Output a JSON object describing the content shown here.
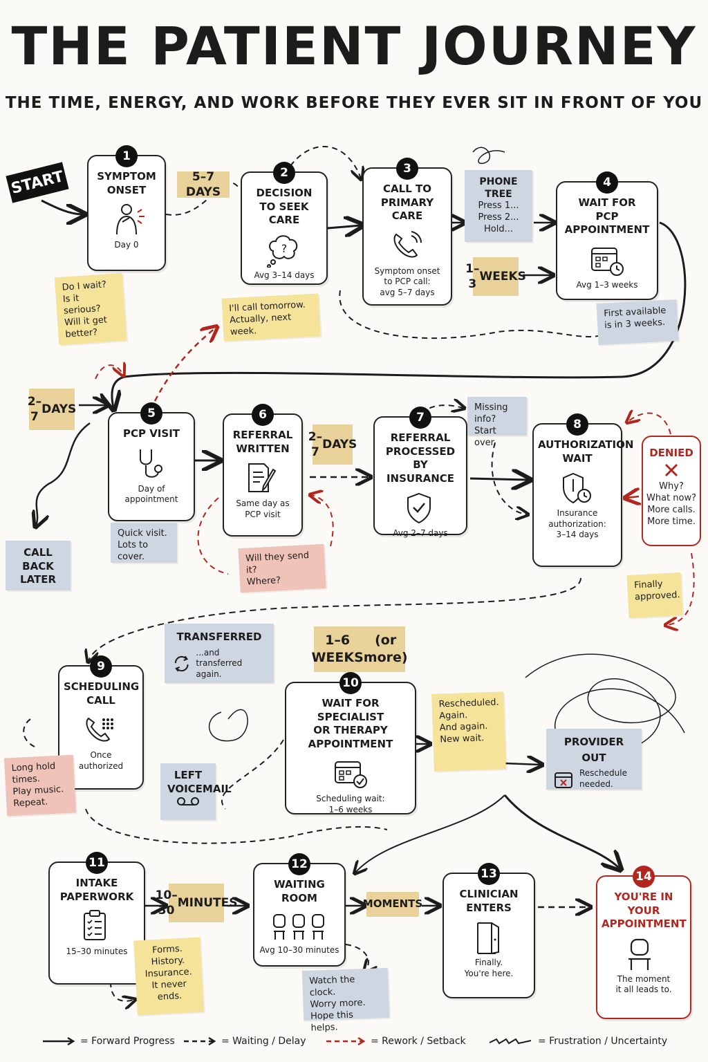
{
  "title": "THE PATIENT JOURNEY",
  "subtitle": "THE TIME, ENERGY, AND WORK BEFORE THEY EVER SIT IN FRONT OF YOU",
  "start_label": "START",
  "steps": [
    {
      "num": "1",
      "title": [
        "SYMPTOM",
        "ONSET"
      ],
      "note": [
        "Day 0"
      ],
      "icon": "person-pain-icon"
    },
    {
      "num": "2",
      "title": [
        "DECISION",
        "TO SEEK CARE"
      ],
      "note": [
        "Avg 3–14 days"
      ],
      "icon": "thought-bubble-question-icon"
    },
    {
      "num": "3",
      "title": [
        "CALL TO",
        "PRIMARY CARE"
      ],
      "note": [
        "Symptom onset",
        "to PCP call:",
        "avg 5–7 days"
      ],
      "icon": "phone-ringing-icon"
    },
    {
      "num": "4",
      "title": [
        "WAIT FOR",
        "PCP APPOINTMENT"
      ],
      "note": [
        "Avg 1–3 weeks"
      ],
      "icon": "calendar-clock-icon"
    },
    {
      "num": "5",
      "title": [
        "PCP VISIT"
      ],
      "note": [
        "Day of",
        "appointment"
      ],
      "icon": "stethoscope-icon"
    },
    {
      "num": "6",
      "title": [
        "REFERRAL",
        "WRITTEN"
      ],
      "note": [
        "Same day as",
        "PCP visit"
      ],
      "icon": "document-pen-icon"
    },
    {
      "num": "7",
      "title": [
        "REFERRAL",
        "PROCESSED BY",
        "INSURANCE"
      ],
      "note": [
        "Avg 2–7 days"
      ],
      "icon": "shield-check-icon"
    },
    {
      "num": "8",
      "title": [
        "AUTHORIZATION",
        "WAIT"
      ],
      "note": [
        "Insurance",
        "authorization:",
        "3–14 days"
      ],
      "icon": "shield-clock-icon"
    },
    {
      "num": "9",
      "title": [
        "SCHEDULING",
        "CALL"
      ],
      "note": [
        "Once",
        "authorized"
      ],
      "icon": "phone-keypad-icon"
    },
    {
      "num": "10",
      "title": [
        "WAIT FOR SPECIALIST",
        "OR THERAPY",
        "APPOINTMENT"
      ],
      "note": [
        "Scheduling wait:",
        "1–6 weeks"
      ],
      "icon": "calendar-check-icon"
    },
    {
      "num": "11",
      "title": [
        "INTAKE",
        "PAPERWORK"
      ],
      "note": [
        "15–30 minutes"
      ],
      "icon": "clipboard-icon"
    },
    {
      "num": "12",
      "title": [
        "WAITING",
        "ROOM"
      ],
      "note": [
        "Avg 10–30 minutes"
      ],
      "icon": "chairs-icon"
    },
    {
      "num": "13",
      "title": [
        "CLINICIAN",
        "ENTERS"
      ],
      "note": [
        "Finally.",
        "You're here."
      ],
      "icon": "door-icon"
    },
    {
      "num": "14",
      "title": [
        "YOU'RE IN",
        "YOUR",
        "APPOINTMENT"
      ],
      "note": [
        "The moment",
        "it all leads to."
      ],
      "icon": "chair-icon"
    }
  ],
  "time_tags": {
    "t1": [
      "5–7 DAYS"
    ],
    "t2": [
      "1–3",
      "WEEKS"
    ],
    "t3": [
      "2–7",
      "DAYS"
    ],
    "t4": [
      "2–7",
      "DAYS"
    ],
    "t5": [
      "1–6 WEEKS",
      "(or more)"
    ],
    "t6": [
      "10–30",
      "MINUTES"
    ],
    "t7": [
      "MOMENTS"
    ]
  },
  "sticky_notes": {
    "do_i_wait": [
      "Do I wait?",
      "Is it serious?",
      "Will it get",
      "better?"
    ],
    "call_tomorrow": [
      "I'll call tomorrow.",
      "Actually, next week."
    ],
    "phone_tree": [
      "PHONE TREE",
      "Press 1...",
      "Press 2...",
      "Hold..."
    ],
    "first_available": [
      "First available",
      "is in 3 weeks."
    ],
    "missing_info": [
      "Missing info?",
      "Start over."
    ],
    "quick_visit": [
      "Quick visit.",
      "Lots to cover."
    ],
    "call_back": [
      "CALL BACK",
      "LATER"
    ],
    "will_they_send": [
      "Will they send it?",
      "Where?"
    ],
    "finally_approved": [
      "Finally",
      "approved."
    ],
    "transferred_title": "TRANSFERRED",
    "transferred_text": [
      "...and transferred",
      "again."
    ],
    "long_hold": [
      "Long hold times.",
      "Play music.",
      "Repeat."
    ],
    "left_voicemail": [
      "LEFT",
      "VOICEMAIL"
    ],
    "rescheduled": [
      "Rescheduled.",
      "Again.",
      "And again.",
      "New wait."
    ],
    "provider_out_title": "PROVIDER OUT",
    "provider_out_text": [
      "Reschedule",
      "needed."
    ],
    "forms": [
      "Forms.",
      "History.",
      "Insurance.",
      "It never",
      "ends."
    ],
    "watch_clock": [
      "Watch the clock.",
      "Worry more.",
      "Hope this helps."
    ]
  },
  "denied": {
    "title": "DENIED",
    "lines": [
      "Why?",
      "What now?",
      "More calls.",
      "More time."
    ]
  },
  "legend": [
    {
      "label": "= Forward Progress",
      "style": "solid"
    },
    {
      "label": "= Waiting / Delay",
      "style": "dashed"
    },
    {
      "label": "= Rework / Setback",
      "style": "red-dashed"
    },
    {
      "label": "= Frustration / Uncertainty",
      "style": "squiggle"
    }
  ],
  "colors": {
    "ink": "#1c1c1c",
    "red": "#b3261e",
    "yellow": "#f6e39a",
    "blue": "#cdd6e1",
    "pink": "#efc3b8",
    "tan": "#e8d29a"
  }
}
